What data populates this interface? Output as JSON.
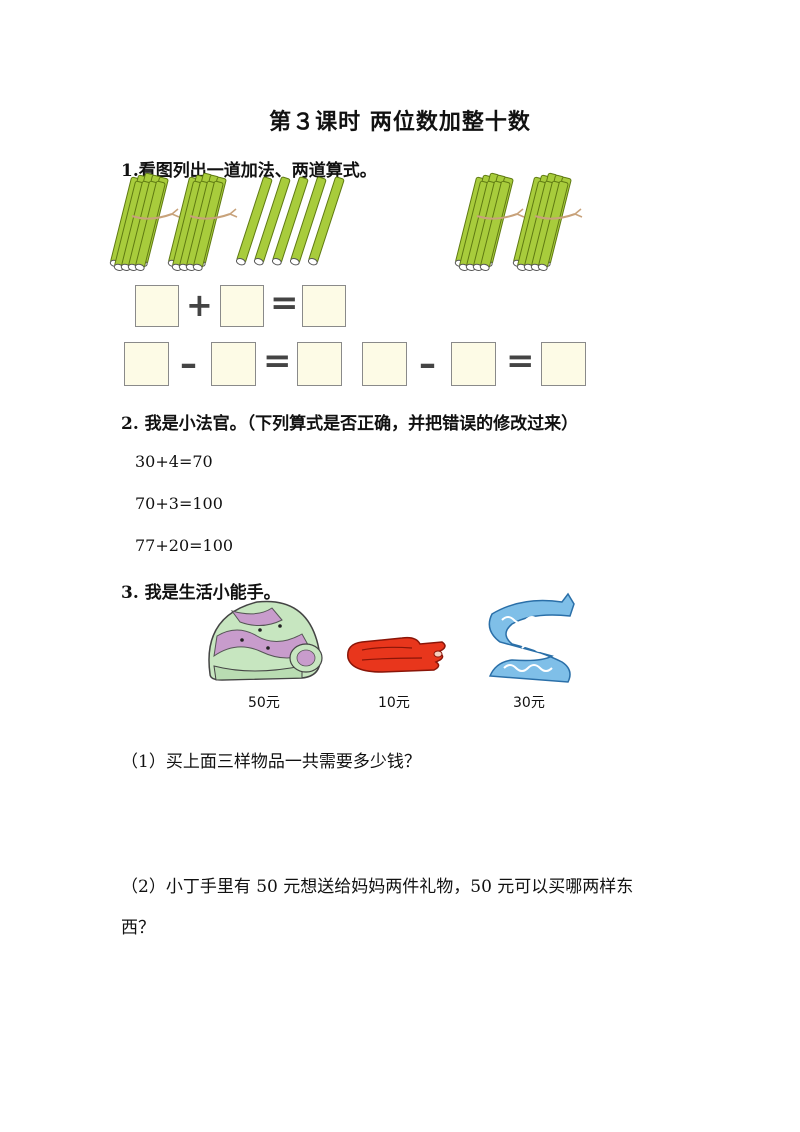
{
  "title": "第３课时  两位数加整十数",
  "q1": {
    "text": "1.看图列出一道加法、两道算式。",
    "operators": {
      "plus": "+",
      "minus": "–",
      "equals": "="
    }
  },
  "q2": {
    "text": "2. 我是小法官。（下列算式是否正确，并把错误的修改过来）",
    "items": [
      "30+4=70",
      "70+3=100",
      "77+20=100"
    ]
  },
  "q3": {
    "text": "3. 我是生活小能手。",
    "prices": [
      "50元",
      "10元",
      "30元"
    ],
    "sub1": "（1）买上面三样物品一共需要多少钱？",
    "sub2_line1": "（2）小丁手里有 50 元想送给妈妈两件礼物，50 元可以买哪两样东",
    "sub2_line2": "西？"
  }
}
